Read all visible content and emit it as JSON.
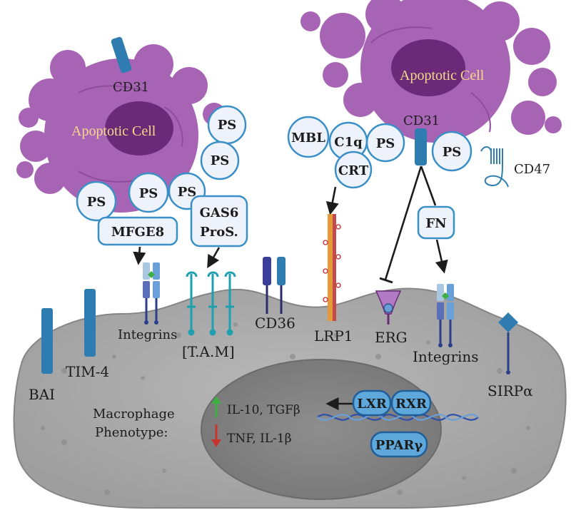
{
  "left_cell": {
    "title": "Apoptotic Cell",
    "cd31": "CD31",
    "ps_labels": [
      "PS",
      "PS",
      "PS",
      "PS",
      "PS"
    ],
    "bridge_labels": [
      "MFGE8",
      "GAS6",
      "ProS."
    ]
  },
  "right_cell": {
    "title": "Apoptotic Cell",
    "cd31": "CD31",
    "cd47": "CD47",
    "ligand_labels": [
      "MBL",
      "C1q",
      "PS",
      "CRT",
      "PS"
    ],
    "bridge_label": "FN"
  },
  "macrophage": {
    "receptors": {
      "bai": "BAI",
      "tim4": "TIM-4",
      "integrins_left": "Integrins",
      "tam": "[T.A.M]",
      "cd36": "CD36",
      "lrp1": "LRP1",
      "erg": "ERG",
      "integrins_right": "Integrins",
      "sirpa": "SIRPα"
    },
    "phenotype_label": [
      "Macrophage",
      "Phenotype:"
    ],
    "upregulated": "IL-10, TGFβ",
    "downregulated": "TNF, IL-1β",
    "nuclear_receptors": [
      "LXR",
      "RXR",
      "PPARγ"
    ]
  },
  "colors": {
    "cell_purple": "#a864b4",
    "cell_dark": "#6a2a78",
    "nucleus": "#7a2f86",
    "macrophage_gray": "#a9a9a9",
    "receptor_blue": "#2f7db0",
    "pill_fill": "#eef3fb",
    "pill_stroke": "#3b8fc7",
    "up_green": "#3cb043",
    "down_red": "#c8342c"
  }
}
